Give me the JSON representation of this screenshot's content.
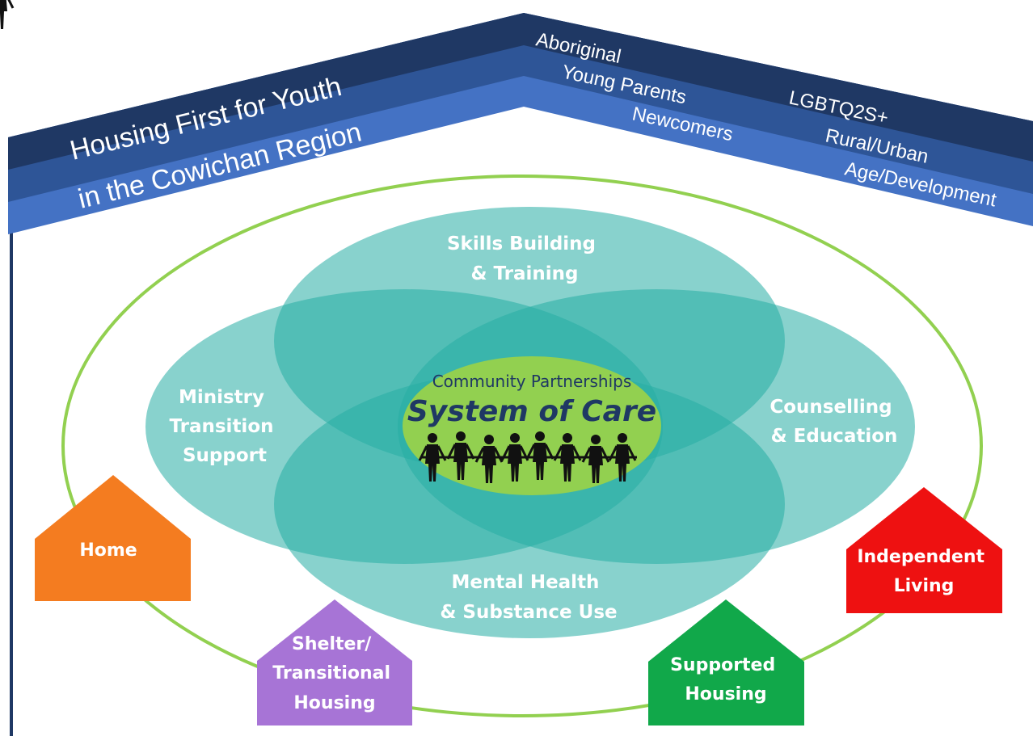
{
  "roof": {
    "title_line1": "Housing First for Youth",
    "title_line2": "in the Cowichan Region",
    "populations": {
      "aboriginal": "Aboriginal",
      "young_parents": "Young Parents",
      "newcomers": "Newcomers",
      "lgbtq": "LGBTQ2S+",
      "rural_urban": "Rural/Urban",
      "age_development": "Age/Development"
    }
  },
  "petals": {
    "top": [
      "Skills Building",
      "& Training"
    ],
    "left": [
      "Ministry",
      "Transition",
      "Support"
    ],
    "right": [
      "Counselling",
      "& Education"
    ],
    "bottom": [
      "Mental Health",
      "& Substance Use"
    ]
  },
  "center": {
    "subtitle": "Community Partnerships",
    "title": "System of Care",
    "icon": "people-holding-hands-icon"
  },
  "houses": {
    "home": [
      "Home"
    ],
    "shelter": [
      "Shelter/",
      "Transitional",
      "Housing"
    ],
    "supported": [
      "Supported",
      "Housing"
    ],
    "independent": [
      "Independent",
      "Living"
    ]
  },
  "colors": {
    "roof_dark": "#1f3864",
    "roof_mid": "#2e5597",
    "roof_light": "#4472c4",
    "ring": "#92d050",
    "petal": "#26ada4",
    "center": "#92d050",
    "center_title": "#1f3864",
    "home": "#f47c20",
    "shelter": "#a774d6",
    "supported": "#11a84a",
    "independent": "#ee1111"
  }
}
